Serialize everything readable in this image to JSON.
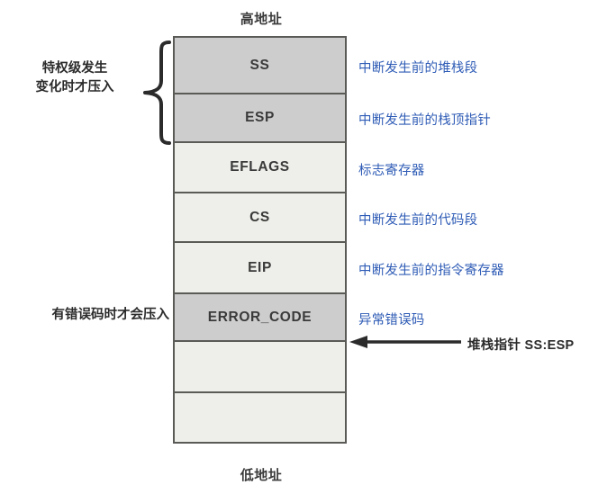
{
  "diagram": {
    "title_top": "高地址",
    "title_bottom": "低地址",
    "accent_blue": "#2f5cb6",
    "fill_gray": "#cdcdcd",
    "fill_cream": "#eeeeea",
    "border_color": "#5a5a57"
  },
  "stack": {
    "cells": [
      {
        "label": "SS",
        "fill": "gray",
        "note": "中断发生前的堆栈段"
      },
      {
        "label": "ESP",
        "fill": "gray",
        "note": "中断发生前的栈顶指针"
      },
      {
        "label": "EFLAGS",
        "fill": "cream",
        "note": "标志寄存器"
      },
      {
        "label": "CS",
        "fill": "cream",
        "note": "中断发生前的代码段"
      },
      {
        "label": "EIP",
        "fill": "cream",
        "note": "中断发生前的指令寄存器"
      },
      {
        "label": "ERROR_CODE",
        "fill": "gray",
        "note": "异常错误码"
      },
      {
        "label": "",
        "fill": "cream",
        "note": ""
      },
      {
        "label": "",
        "fill": "cream",
        "note": ""
      }
    ]
  },
  "annotations": {
    "privilege_note_line1": "特权级发生",
    "privilege_note_line2": "变化时才压入",
    "errorcode_note": "有错误码时才会压入",
    "stack_pointer_label": "堆栈指针 SS:ESP"
  }
}
